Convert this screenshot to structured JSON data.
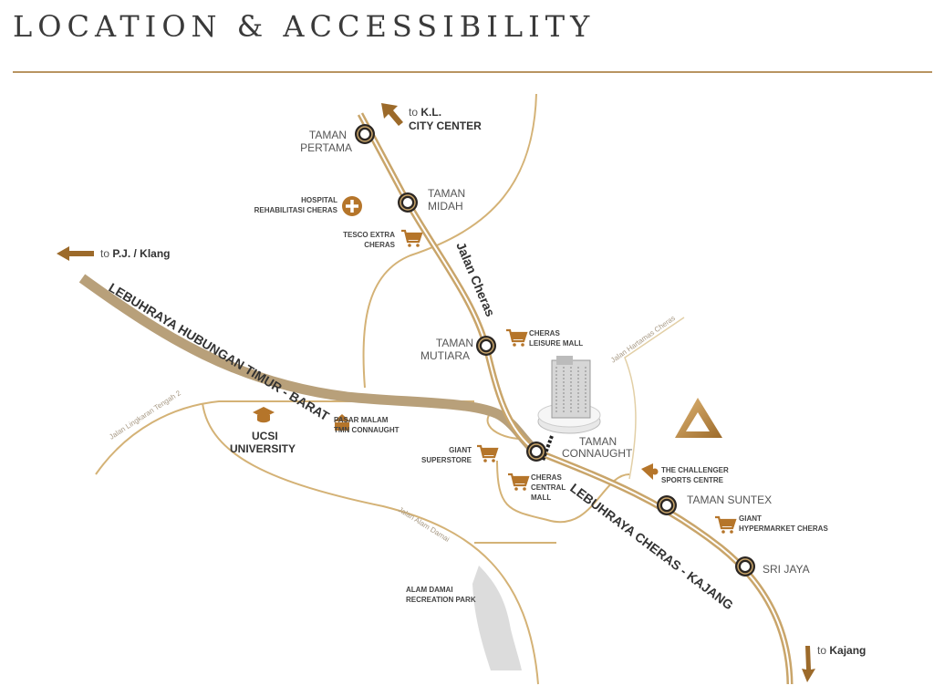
{
  "header": {
    "title": "LOCATION & ACCESSIBILITY"
  },
  "colors": {
    "accent": "#b89461",
    "road": "#c9a56a",
    "highway": "#b8a07a",
    "icon": "#b5752a"
  },
  "directions": {
    "kl": {
      "prefix": "to",
      "line1": "K.L.",
      "line2": "CITY CENTER"
    },
    "pj": {
      "prefix": "to",
      "name": "P.J. / Klang"
    },
    "kajang": {
      "prefix": "to",
      "name": "Kajang"
    }
  },
  "roads": {
    "hubungan": "LEBUHRAYA HUBUNGAN TIMUR - BARAT",
    "jalan_cheras": "Jalan Cheras",
    "cheras_kajang": "LEBUHRAYA CHERAS - KAJANG",
    "lingkaran": "Jalan Lingkaran Tengah 2",
    "alam_damai": "Jalan Alam Damai",
    "hartamas": "Jalan Hartamas Cheras"
  },
  "stations": [
    {
      "line1": "TAMAN",
      "line2": "PERTAMA"
    },
    {
      "line1": "TAMAN",
      "line2": "MIDAH"
    },
    {
      "line1": "TAMAN",
      "line2": "MUTIARA"
    },
    {
      "line1": "TAMAN",
      "line2": "CONNAUGHT"
    },
    {
      "line1": "TAMAN SUNTEX",
      "line2": ""
    },
    {
      "line1": "SRI JAYA",
      "line2": ""
    }
  ],
  "places": {
    "hospital": {
      "line1": "HOSPITAL",
      "line2": "REHABILITASI CHERAS",
      "icon": "hospital-cross-icon"
    },
    "tesco": {
      "line1": "TESCO EXTRA",
      "line2": "CHERAS",
      "icon": "shopping-cart-icon"
    },
    "leisure": {
      "line1": "CHERAS",
      "line2": "LEISURE MALL",
      "icon": "shopping-cart-icon"
    },
    "pasar": {
      "line1": "PASAR MALAM",
      "line2": "TMN CONNAUGHT",
      "icon": "market-stall-icon"
    },
    "ucsi": {
      "line1": "UCSI",
      "line2": "UNIVERSITY",
      "icon": "graduation-cap-icon"
    },
    "giant_super": {
      "line1": "GIANT",
      "line2": "SUPERSTORE",
      "icon": "shopping-cart-icon"
    },
    "central": {
      "line1": "CHERAS",
      "line2": "CENTRAL",
      "line3": "MALL",
      "icon": "shopping-cart-icon"
    },
    "challenger": {
      "line1": "THE CHALLENGER",
      "line2": "SPORTS CENTRE",
      "icon": "shuttlecock-icon"
    },
    "giant_hyper": {
      "line1": "GIANT",
      "line2": "HYPERMARKET CHERAS",
      "icon": "shopping-cart-icon"
    },
    "park": {
      "line1": "ALAM DAMAI",
      "line2": "RECREATION PARK"
    }
  }
}
